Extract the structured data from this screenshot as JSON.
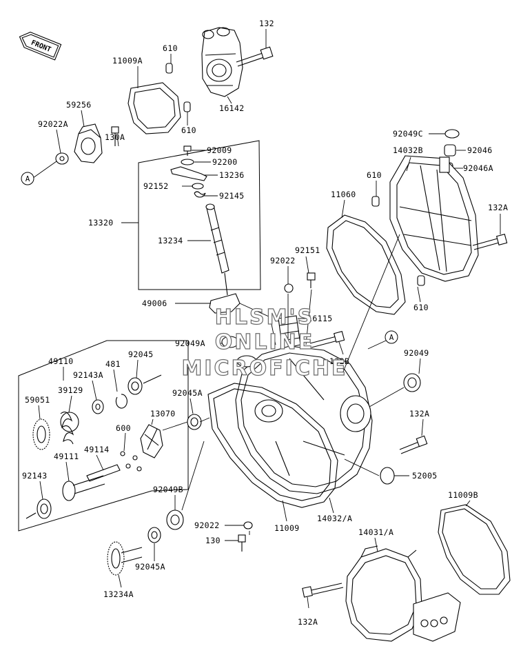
{
  "diagram": {
    "front_label": "FRONT",
    "watermark": [
      "HLSM'S",
      "ONLINE",
      "MICROFICHE"
    ],
    "callouts": [
      "A",
      "A"
    ],
    "parts": [
      {
        "id": "132_top",
        "text": "132"
      },
      {
        "id": "11009A",
        "text": "11009A"
      },
      {
        "id": "610_a",
        "text": "610"
      },
      {
        "id": "610_b",
        "text": "610"
      },
      {
        "id": "16142",
        "text": "16142"
      },
      {
        "id": "59256",
        "text": "59256"
      },
      {
        "id": "92022A",
        "text": "92022A"
      },
      {
        "id": "130A",
        "text": "130A"
      },
      {
        "id": "92009",
        "text": "92009"
      },
      {
        "id": "92200",
        "text": "92200"
      },
      {
        "id": "13236",
        "text": "13236"
      },
      {
        "id": "92152",
        "text": "92152"
      },
      {
        "id": "92145",
        "text": "92145"
      },
      {
        "id": "13320",
        "text": "13320"
      },
      {
        "id": "13234",
        "text": "13234"
      },
      {
        "id": "49006",
        "text": "49006"
      },
      {
        "id": "92049C",
        "text": "92049C"
      },
      {
        "id": "92046",
        "text": "92046"
      },
      {
        "id": "14032B",
        "text": "14032B"
      },
      {
        "id": "92046A",
        "text": "92046A"
      },
      {
        "id": "610_c",
        "text": "610"
      },
      {
        "id": "11060",
        "text": "11060"
      },
      {
        "id": "132A_r",
        "text": "132A"
      },
      {
        "id": "92151",
        "text": "92151"
      },
      {
        "id": "92022_mid",
        "text": "92022"
      },
      {
        "id": "610_d",
        "text": "610"
      },
      {
        "id": "16115",
        "text": "16115"
      },
      {
        "id": "92049A",
        "text": "92049A"
      },
      {
        "id": "132B",
        "text": "132B"
      },
      {
        "id": "49110",
        "text": "49110"
      },
      {
        "id": "481",
        "text": "481"
      },
      {
        "id": "92045",
        "text": "92045"
      },
      {
        "id": "92143A",
        "text": "92143A"
      },
      {
        "id": "39129",
        "text": "39129"
      },
      {
        "id": "59051",
        "text": "59051"
      },
      {
        "id": "92045A_top",
        "text": "92045A"
      },
      {
        "id": "13070",
        "text": "13070"
      },
      {
        "id": "600",
        "text": "600"
      },
      {
        "id": "49111",
        "text": "49111"
      },
      {
        "id": "49114",
        "text": "49114"
      },
      {
        "id": "92143",
        "text": "92143"
      },
      {
        "id": "92049",
        "text": "92049"
      },
      {
        "id": "132A_mid",
        "text": "132A"
      },
      {
        "id": "52005",
        "text": "52005"
      },
      {
        "id": "11009B",
        "text": "11009B"
      },
      {
        "id": "92049B",
        "text": "92049B"
      },
      {
        "id": "92022_low",
        "text": "92022"
      },
      {
        "id": "11009",
        "text": "11009"
      },
      {
        "id": "14032A",
        "text": "14032/A"
      },
      {
        "id": "14031A",
        "text": "14031/A"
      },
      {
        "id": "130",
        "text": "130"
      },
      {
        "id": "13234A",
        "text": "13234A"
      },
      {
        "id": "92045A_low",
        "text": "92045A"
      },
      {
        "id": "132A_low",
        "text": "132A"
      }
    ]
  }
}
